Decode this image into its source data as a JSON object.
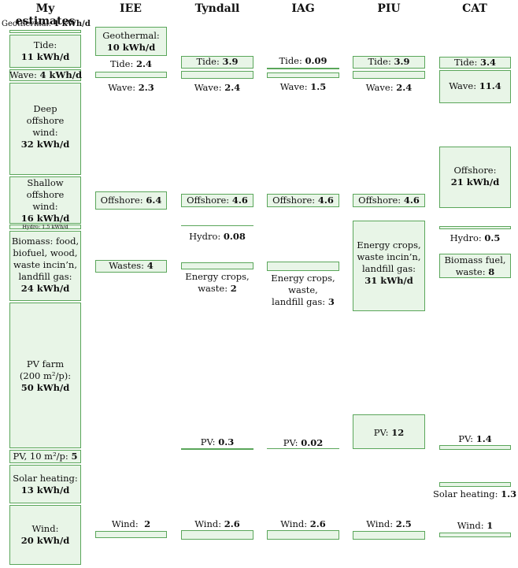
{
  "headers": {
    "me": "My estimates",
    "iee": "IEE",
    "tyndall": "Tyndall",
    "iag": "IAG",
    "piu": "PIU",
    "cat": "CAT"
  },
  "me": {
    "geothermal_label": "Geothermal:",
    "geothermal_value": "1 kWh/d",
    "tide_label": "Tide:",
    "tide_value": "11 kWh/d",
    "wave_label": "Wave:",
    "wave_value": "4 kWh/d",
    "deep_label_1": "Deep",
    "deep_label_2": "offshore",
    "deep_label_3": "wind:",
    "deep_value": "32 kWh/d",
    "shallow_label_1": "Shallow",
    "shallow_label_2": "offshore",
    "shallow_label_3": "wind:",
    "shallow_value": "16 kWh/d",
    "hydro_label": "Hydro: 1.5 kWh/d",
    "biomass_line_1": "Biomass: food,",
    "biomass_line_2": "biofuel, wood,",
    "biomass_line_3": "waste incin’n,",
    "biomass_line_4": "landfill gas:",
    "biomass_value": "24 kWh/d",
    "pvfarm_line_1": "PV farm",
    "pvfarm_line_2": "(200 m²/p):",
    "pvfarm_value": "50 kWh/d",
    "pv_label": "PV, 10 m²/p:",
    "pv_value": "5",
    "solar_label": "Solar heating:",
    "solar_value": "13 kWh/d",
    "wind_label": "Wind:",
    "wind_value": "20 kWh/d"
  },
  "iee": {
    "geothermal_label": "Geothermal:",
    "geothermal_value": "10 kWh/d",
    "tide_label": "Tide:",
    "tide_value": "2.4",
    "wave_label": "Wave:",
    "wave_value": "2.3",
    "offshore_label": "Offshore:",
    "offshore_value": "6.4",
    "wastes_label": "Wastes:",
    "wastes_value": "4",
    "wind_label": "Wind:",
    "wind_value": "2"
  },
  "tyndall": {
    "tide_label": "Tide:",
    "tide_value": "3.9",
    "wave_label": "Wave:",
    "wave_value": "2.4",
    "offshore_label": "Offshore:",
    "offshore_value": "4.6",
    "hydro_label": "Hydro:",
    "hydro_value": "0.08",
    "energy_line_1": "Energy crops,",
    "energy_line_2": "waste:",
    "energy_value": "2",
    "pv_label": "PV:",
    "pv_value": "0.3",
    "wind_label": "Wind:",
    "wind_value": "2.6"
  },
  "iag": {
    "tide_label": "Tide:",
    "tide_value": "0.09",
    "wave_label": "Wave:",
    "wave_value": "1.5",
    "offshore_label": "Offshore:",
    "offshore_value": "4.6",
    "energy_line_1": "Energy crops,",
    "energy_line_2": "waste,",
    "energy_line_3": "landfill gas:",
    "energy_value": "3",
    "pv_label": "PV:",
    "pv_value": "0.02",
    "wind_label": "Wind:",
    "wind_value": "2.6"
  },
  "piu": {
    "tide_label": "Tide:",
    "tide_value": "3.9",
    "wave_label": "Wave:",
    "wave_value": "2.4",
    "offshore_label": "Offshore:",
    "offshore_value": "4.6",
    "energy_line_1": "Energy crops,",
    "energy_line_2": "waste incin’n,",
    "energy_line_3": "landfill gas:",
    "energy_value": "31 kWh/d",
    "pv_label": "PV:",
    "pv_value": "12",
    "wind_label": "Wind:",
    "wind_value": "2.5"
  },
  "cat": {
    "tide_label": "Tide:",
    "tide_value": "3.4",
    "wave_label": "Wave:",
    "wave_value": "11.4",
    "offshore_label": "Offshore:",
    "offshore_value": "21 kWh/d",
    "hydro_label": "Hydro:",
    "hydro_value": "0.5",
    "biomass_line_1": "Biomass fuel,",
    "biomass_line_2": "waste:",
    "biomass_value": "8",
    "pv_label": "PV:",
    "pv_value": "1.4",
    "solar_label": "Solar heating:",
    "solar_value": "1.3",
    "wind_label": "Wind:",
    "wind_value": "1"
  },
  "colors": {
    "fill": "#e8f5e7",
    "border": "#5aa65a"
  }
}
